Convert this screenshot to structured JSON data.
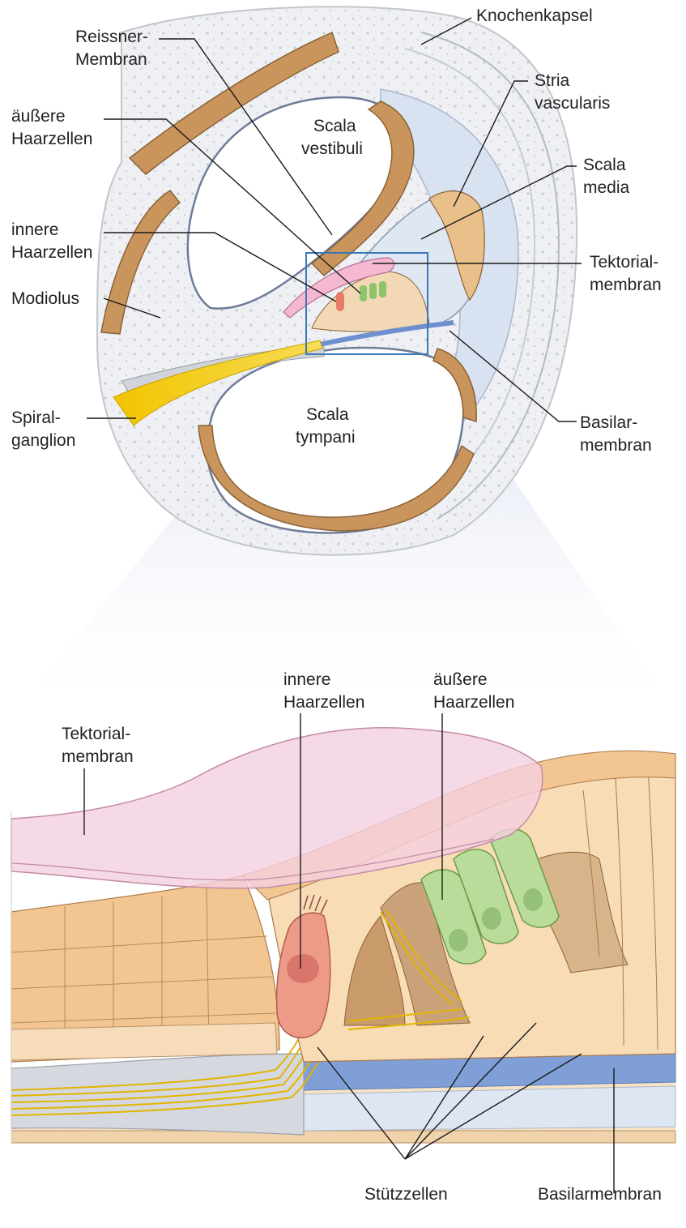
{
  "colors": {
    "bone": "#eef0f3",
    "bone_dot": "#c9ccd3",
    "wall": "#c9955d",
    "wall_light": "#e8c8a0",
    "fluid": "#d9e2f0",
    "tectorial": "#f4cfe0",
    "inner_hair_cell": "#ee9a88",
    "outer_hair_cell": "#b9dc9a",
    "basilar": "#7f9fd6",
    "nerve": "#f2c400",
    "cells": "#f8dcb6",
    "frame": "#3a78b8"
  },
  "top": {
    "labels": {
      "knochenkapsel": "Knochenkapsel",
      "reissner_1": "Reissner-",
      "reissner_2": "Membran",
      "stria_1": "Stria",
      "stria_2": "vascularis",
      "aeussere_1": "äußere",
      "aeussere_2": "Haarzellen",
      "scala_vestibuli_1": "Scala",
      "scala_vestibuli_2": "vestibuli",
      "scala_media_1": "Scala",
      "scala_media_2": "media",
      "innere_1": "innere",
      "innere_2": "Haarzellen",
      "tektorial_1": "Tektorial-",
      "tektorial_2": "membran",
      "modiolus": "Modiolus",
      "basilar_1": "Basilar-",
      "basilar_2": "membran",
      "spiral_1": "Spiral-",
      "spiral_2": "ganglion",
      "scala_tympani_1": "Scala",
      "scala_tympani_2": "tympani"
    }
  },
  "bottom": {
    "labels": {
      "innere_1": "innere",
      "innere_2": "Haarzellen",
      "aeussere_1": "äußere",
      "aeussere_2": "Haarzellen",
      "tektorial_1": "Tektorial-",
      "tektorial_2": "membran",
      "stuetzzellen": "Stützzellen",
      "basilarmembran": "Basilarmembran"
    }
  }
}
